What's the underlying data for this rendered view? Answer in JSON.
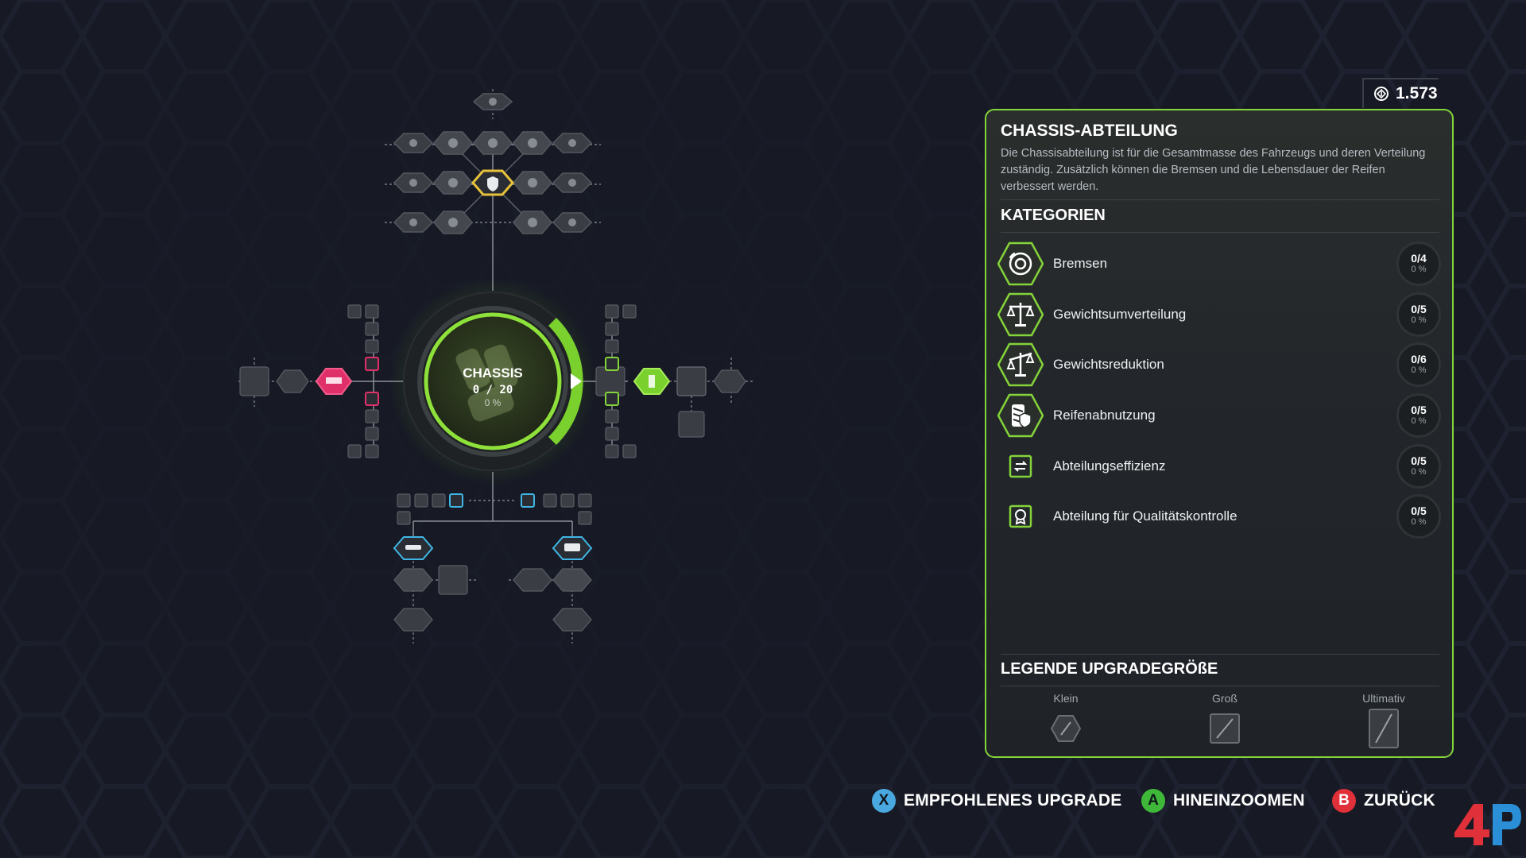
{
  "currency": {
    "value": "1.573",
    "icon": "currency-icon"
  },
  "center": {
    "title": "CHASSIS",
    "count": "0 / 20",
    "percent": "0 %"
  },
  "panel": {
    "title": "CHASSIS-ABTEILUNG",
    "description": "Die Chassisabteilung ist für die Gesamtmasse des Fahrzeugs und deren Verteilung zuständig. Zusätzlich können die Bremsen und die Lebensdauer der Reifen verbessert werden.",
    "categories_title": "KATEGORIEN",
    "categories": [
      {
        "label": "Bremsen",
        "count": "0/4",
        "percent": "0 %",
        "icon": "brake-disc-icon"
      },
      {
        "label": "Gewichtsumverteilung",
        "count": "0/5",
        "percent": "0 %",
        "icon": "balance-scale-icon"
      },
      {
        "label": "Gewichtsreduktion",
        "count": "0/6",
        "percent": "0 %",
        "icon": "tilted-scale-icon"
      },
      {
        "label": "Reifenabnutzung",
        "count": "0/5",
        "percent": "0 %",
        "icon": "tire-shield-icon"
      },
      {
        "label": "Abteilungseffizienz",
        "count": "0/5",
        "percent": "0 %",
        "icon": "efficiency-arrows-icon"
      },
      {
        "label": "Abteilung für Qualitätskontrolle",
        "count": "0/5",
        "percent": "0 %",
        "icon": "quality-badge-icon"
      }
    ],
    "legend_title": "LEGENDE UPGRADEGRÖßE",
    "legend": [
      {
        "label": "Klein",
        "icon": "small-hexagon-icon"
      },
      {
        "label": "Groß",
        "icon": "large-square-icon"
      },
      {
        "label": "Ultimativ",
        "icon": "ultimate-rectangle-icon"
      }
    ]
  },
  "hints": [
    {
      "button": "X",
      "label": "EMPFOHLENES UPGRADE",
      "color": "#4aa8e0"
    },
    {
      "button": "A",
      "label": "HINEINZOOMEN",
      "color": "#3fb83a"
    },
    {
      "button": "B",
      "label": "ZURÜCK",
      "color": "#e0303a"
    }
  ],
  "colors": {
    "accent": "#84d43a",
    "pink": "#e0306a",
    "blue": "#3fb6e6",
    "gold": "#e8c23a"
  }
}
